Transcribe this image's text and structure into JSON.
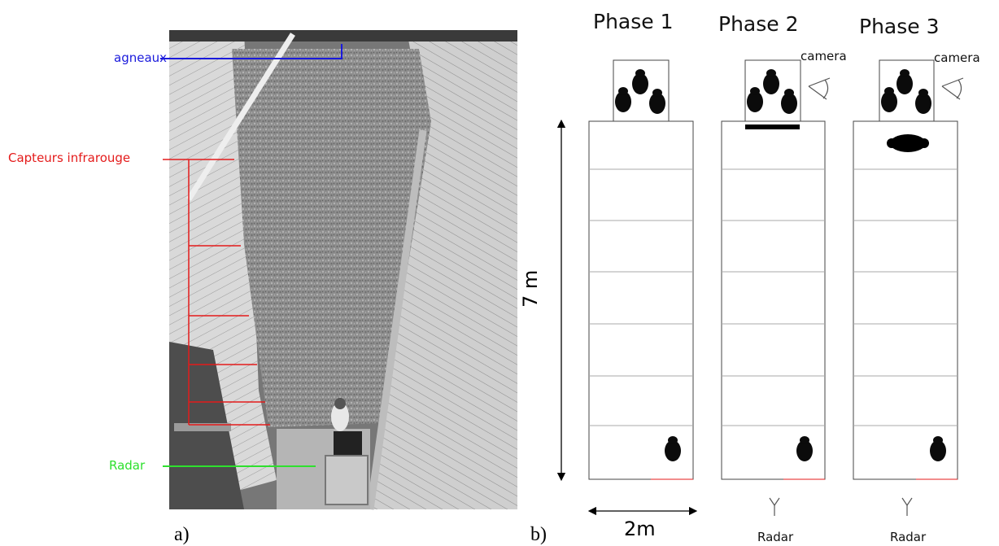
{
  "panel_a": {
    "letter": "a)",
    "labels": {
      "lambs": "agneaux",
      "infrared_sensors": "Capteurs infrarouge",
      "radar": "Radar"
    },
    "colors": {
      "lambs": "#1a1adc",
      "infrared_sensors": "#e41b1b",
      "radar": "#2ee02e"
    }
  },
  "panel_b": {
    "letter": "b)",
    "phases": [
      {
        "title": "Phase 1",
        "camera": "",
        "radar": ""
      },
      {
        "title": "Phase 2",
        "camera": "camera",
        "radar": "Radar"
      },
      {
        "title": "Phase 3",
        "camera": "camera",
        "radar": "Radar"
      }
    ],
    "length_label": "7 m",
    "width_label": "2m"
  }
}
